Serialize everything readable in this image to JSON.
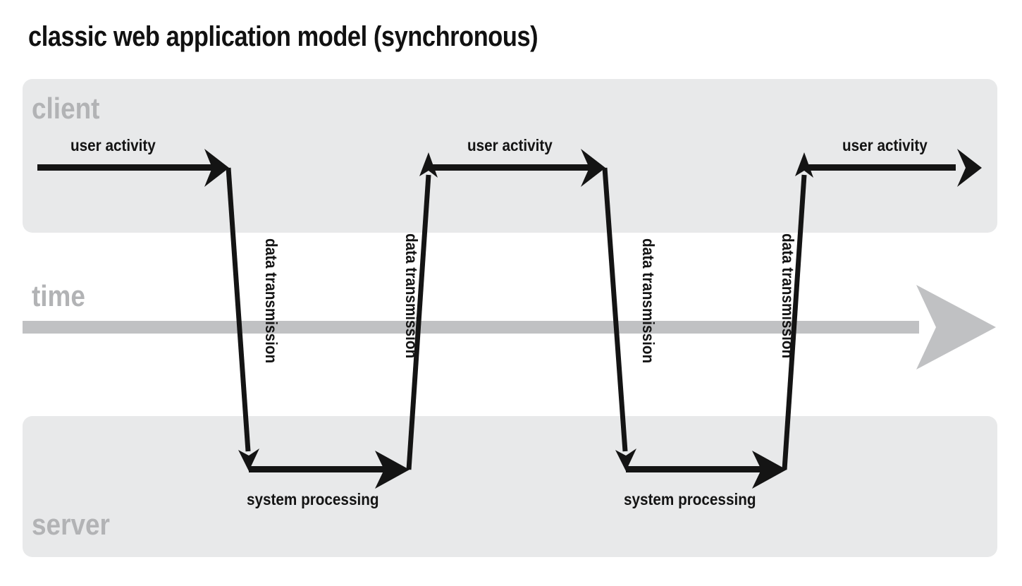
{
  "title": "classic web application model (synchronous)",
  "colors": {
    "band_fill": "#e8e9ea",
    "band_label": "#b2b3b5",
    "time_arrow": "#c0c1c3",
    "flow_stroke": "#141414",
    "page_background": "#ffffff"
  },
  "bands": {
    "client": {
      "label": "client"
    },
    "time": {
      "label": "time"
    },
    "server": {
      "label": "server"
    }
  },
  "labels": {
    "user_activity": "user activity",
    "data_transmission": "data transmission",
    "system_processing": "system processing"
  },
  "chart_data": {
    "type": "diagram",
    "title": "classic web application model (synchronous)",
    "lanes": [
      "client",
      "time",
      "server"
    ],
    "sequence": [
      {
        "step": 1,
        "lane": "client",
        "label": "user activity",
        "direction": "right"
      },
      {
        "step": 2,
        "lane": "client-to-server",
        "label": "data transmission",
        "direction": "down"
      },
      {
        "step": 3,
        "lane": "server",
        "label": "system processing",
        "direction": "right"
      },
      {
        "step": 4,
        "lane": "server-to-client",
        "label": "data transmission",
        "direction": "up"
      },
      {
        "step": 5,
        "lane": "client",
        "label": "user activity",
        "direction": "right"
      },
      {
        "step": 6,
        "lane": "client-to-server",
        "label": "data transmission",
        "direction": "down"
      },
      {
        "step": 7,
        "lane": "server",
        "label": "system processing",
        "direction": "right"
      },
      {
        "step": 8,
        "lane": "server-to-client",
        "label": "data transmission",
        "direction": "up"
      },
      {
        "step": 9,
        "lane": "client",
        "label": "user activity",
        "direction": "right"
      }
    ],
    "cycles": 2,
    "note": "time flows left to right"
  }
}
